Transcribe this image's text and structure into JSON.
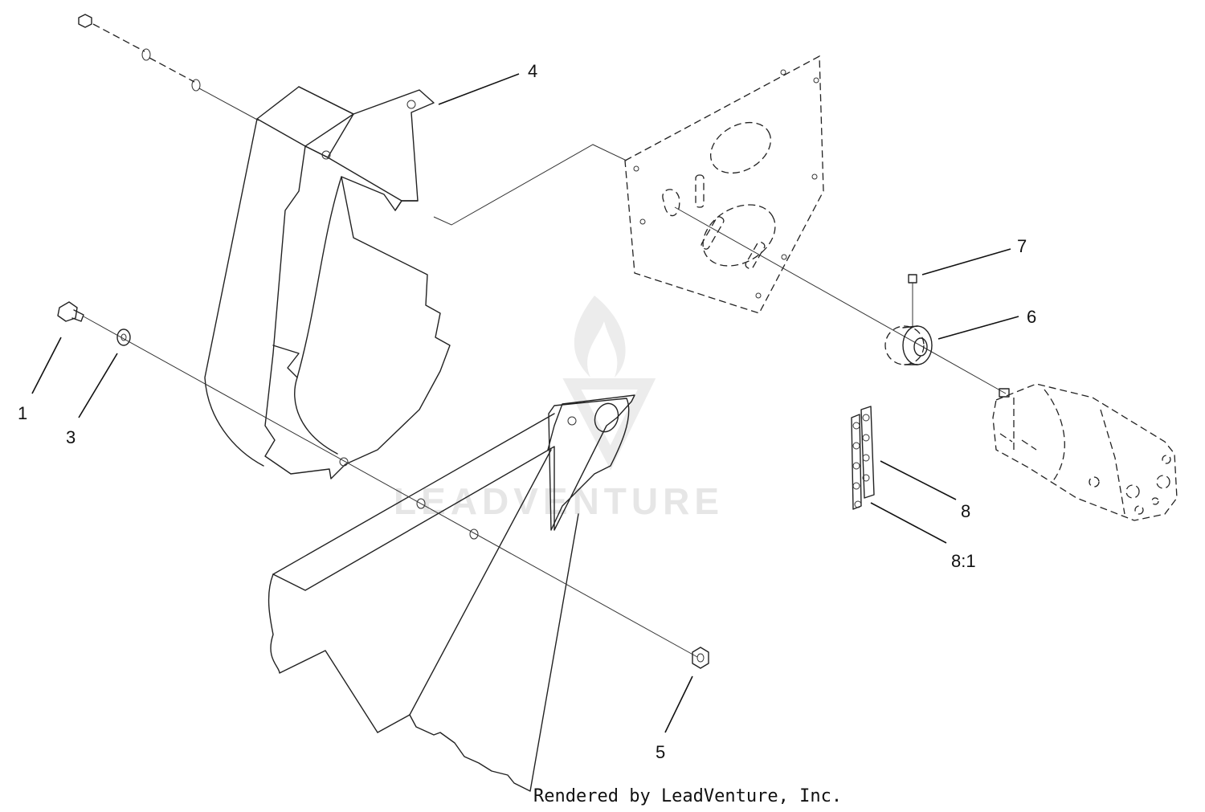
{
  "callouts": {
    "c1": "1",
    "c3": "3",
    "c4": "4",
    "c5": "5",
    "c6": "6",
    "c7": "7",
    "c8": "8",
    "c81": "8:1"
  },
  "watermark": {
    "text": "LEADVENTURE"
  },
  "credit": "Rendered by LeadVenture, Inc."
}
